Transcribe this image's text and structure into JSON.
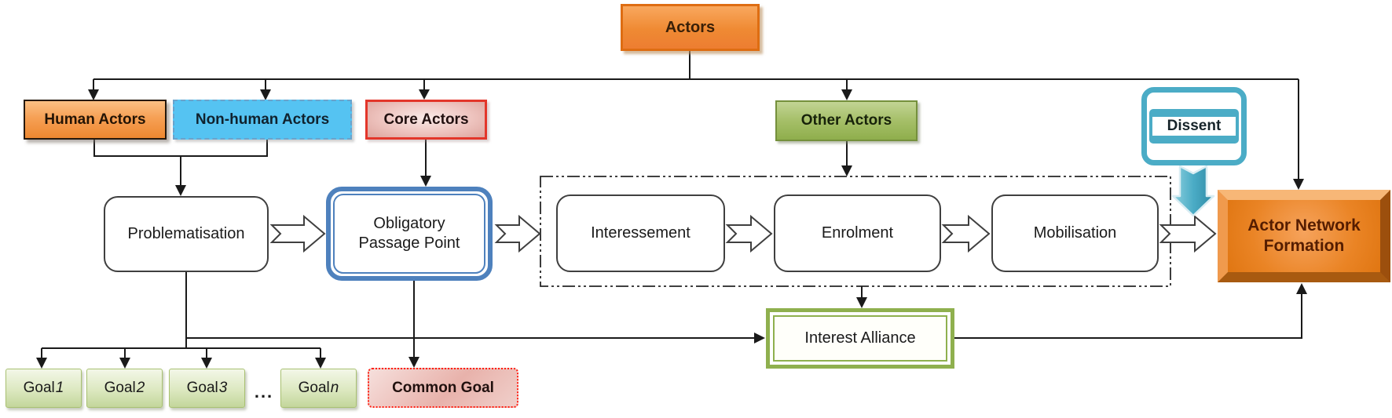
{
  "nodes": {
    "actors": "Actors",
    "human_actors": "Human Actors",
    "non_human_actors": "Non-human Actors",
    "core_actors": "Core Actors",
    "other_actors": "Other Actors",
    "dissent": "Dissent",
    "problematisation": "Problematisation",
    "obligatory_passage_point": "Obligatory Passage Point",
    "interessement": "Interessement",
    "enrolment": "Enrolment",
    "mobilisation": "Mobilisation",
    "actor_network_formation": "Actor Network Formation",
    "interest_alliance": "Interest Alliance",
    "common_goal": "Common Goal"
  },
  "goals": {
    "items": [
      {
        "prefix": "Goal",
        "suffix": "1"
      },
      {
        "prefix": "Goal",
        "suffix": "2"
      },
      {
        "prefix": "Goal",
        "suffix": "3"
      },
      {
        "prefix": "Goal",
        "suffix": "n"
      }
    ],
    "ellipsis": "..."
  },
  "colors": {
    "orange_fill": "#ED7D31",
    "orange_border": "#DE6D12",
    "human_actors_fill": "#F6A055",
    "non_human_blue": "#55C3F2",
    "dissent_teal": "#4BACC6",
    "core_red_border": "#E3362A",
    "core_pink_fill": "#EEC4BF",
    "other_green_fill": "#A5BF68",
    "other_green_border": "#75903C",
    "opp_blue": "#4E81BD",
    "alliance_green": "#8FB04E",
    "goal_green": "#C3D69B",
    "common_goal_pink": "#E8B2AB",
    "anf_orange": "#EA8425",
    "connector_black": "#1A1A1A"
  }
}
